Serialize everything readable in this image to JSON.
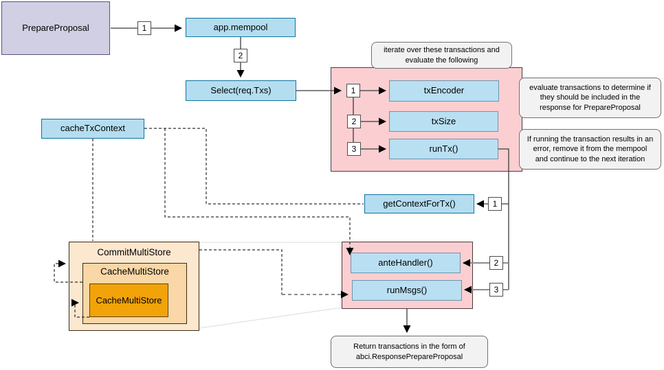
{
  "diagram": {
    "nodes": {
      "prepareProposal": "PrepareProposal",
      "appMempool": "app.mempool",
      "selectTxs": "Select(req.Txs)",
      "txEncoder": "txEncoder",
      "txSize": "txSize",
      "runTx": "runTx()",
      "cacheTxContext": "cacheTxContext",
      "getContextForTx": "getContextForTx()",
      "anteHandler": "anteHandler()",
      "runMsgs": "runMsgs()",
      "commitMultiStore": "CommitMultiStore",
      "cacheMultiStore": "CacheMultiStore",
      "cacheMultiStoreInner": "CacheMultiStore"
    },
    "steps": [
      "1",
      "2",
      "1",
      "2",
      "3",
      "1",
      "2",
      "3"
    ],
    "notes": {
      "iterate": "iterate over these transactions and evaluate the following",
      "evaluate": "evaluate transactions to determine if they should be included in the response for PrepareProposal",
      "onError": "If running the transaction results in an error, remove it from the mempool and continue to the next iteration",
      "return": "Return transactions in the form of abci.ResponsePrepareProposal"
    },
    "colors": {
      "nodeBlueFill": "#B4DDF0",
      "nodeBlueStroke": "#10739E",
      "innerBlueFill": "#B9DFF2",
      "innerBlueStroke": "#6E93AF",
      "purpleFill": "#D0CFE3",
      "purpleStroke": "#55517B",
      "pinkFill": "#FBCFD1",
      "orangeOuterFill": "#FCE7CF",
      "orangeMidFill": "#F9D7A6",
      "orangeDeepFill": "#F2A30A",
      "noteFill": "#F2F2F2"
    }
  }
}
